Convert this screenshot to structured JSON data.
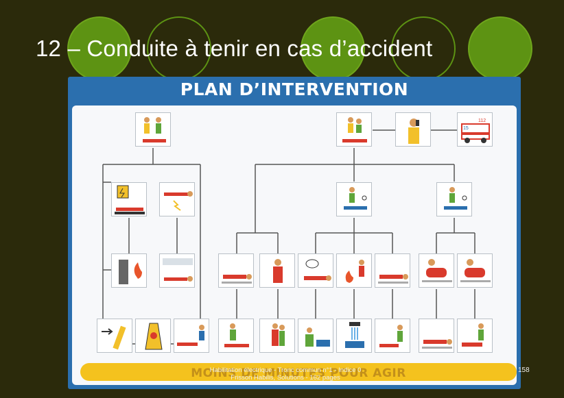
{
  "slide": {
    "title": "12 – Conduite à tenir en cas d’accident",
    "page_number": "158"
  },
  "footer": {
    "line1": "Habilitation électrique - Tronc commun n°1 - Indice 0",
    "line2": "Frisson Habilis, Solutions - 162 pages"
  },
  "poster": {
    "title": "PLAN D’INTERVENTION",
    "banner": "MOINS DE MINUTES POUR AGIR"
  },
  "colors": {
    "background": "#2b2a0b",
    "accent_green": "#5d9313",
    "poster_blue": "#2b6fae",
    "banner_yellow": "#f4c21e"
  },
  "tiles": [
    {
      "id": "witnesses",
      "icon": "two-people-icon"
    },
    {
      "id": "victim-assist",
      "icon": "rescuer-kneeling-icon"
    },
    {
      "id": "phone-call",
      "icon": "phone-call-icon"
    },
    {
      "id": "ambulance-15-112",
      "icon": "ambulance-icon"
    },
    {
      "id": "power-cut",
      "icon": "power-cutoff-icon"
    },
    {
      "id": "electrocution",
      "icon": "electrocution-icon"
    },
    {
      "id": "fire",
      "icon": "fire-hazard-icon"
    },
    {
      "id": "unconscious",
      "icon": "lying-person-icon"
    },
    {
      "id": "breathing-check",
      "icon": "breathing-check-icon"
    },
    {
      "id": "breathing-check-2",
      "icon": "breathing-check-icon"
    },
    {
      "id": "lying-victim",
      "icon": "lying-person-icon"
    },
    {
      "id": "choking",
      "icon": "choking-icon"
    },
    {
      "id": "bleeding",
      "icon": "bleeding-icon"
    },
    {
      "id": "burn",
      "icon": "burn-icon"
    },
    {
      "id": "lying-victim-2",
      "icon": "lying-person-icon"
    },
    {
      "id": "recovery",
      "icon": "recovery-position-icon"
    },
    {
      "id": "recovery-2",
      "icon": "recovery-position-icon"
    },
    {
      "id": "arrow-lever",
      "icon": "lever-icon"
    },
    {
      "id": "warning-sign",
      "icon": "warning-sign-icon"
    },
    {
      "id": "drag-victim",
      "icon": "drag-victim-icon"
    },
    {
      "id": "cpr",
      "icon": "cpr-icon"
    },
    {
      "id": "back-blows",
      "icon": "back-blows-icon"
    },
    {
      "id": "pressure",
      "icon": "compression-icon"
    },
    {
      "id": "cool-burn",
      "icon": "cool-burn-icon"
    },
    {
      "id": "lateral-position",
      "icon": "lateral-position-icon"
    },
    {
      "id": "monitor",
      "icon": "monitor-victim-icon"
    }
  ]
}
